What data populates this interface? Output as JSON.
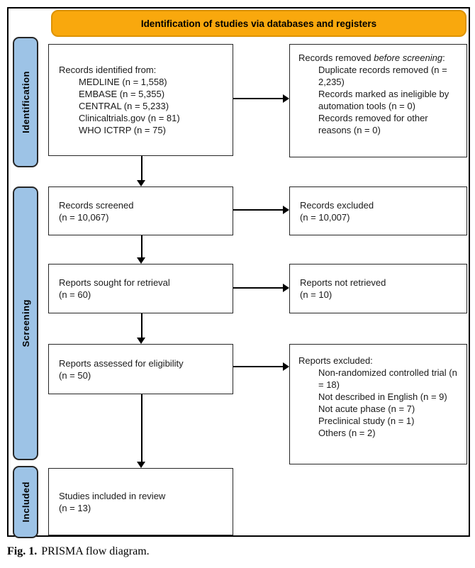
{
  "figure": {
    "banner": "Identification of studies via databases and registers",
    "caption_label": "Fig. 1.",
    "caption_text": "PRISMA flow diagram."
  },
  "sidebar": {
    "identification": "Identification",
    "screening": "Screening",
    "included": "Included"
  },
  "boxes": {
    "records_identified": {
      "title": "Records identified from:",
      "items": [
        "MEDLINE (n = 1,558)",
        "EMBASE (n = 5,355)",
        "CENTRAL (n = 5,233)",
        "Clinicaltrials.gov (n = 81)",
        "WHO ICTRP (n = 75)"
      ]
    },
    "records_removed": {
      "title_prefix": "Records removed ",
      "title_italic": "before screening",
      "title_suffix": ":",
      "items": [
        "Duplicate records removed (n = 2,235)",
        "Records marked as ineligible by automation tools (n = 0)",
        "Records removed for other reasons (n = 0)"
      ]
    },
    "records_screened": {
      "line1": "Records screened",
      "line2": "(n = 10,067)"
    },
    "records_excluded": {
      "line1": "Records excluded",
      "line2": "(n = 10,007)"
    },
    "reports_sought": {
      "line1": "Reports sought for retrieval",
      "line2": "(n = 60)"
    },
    "reports_not_retrieved": {
      "line1": "Reports not retrieved",
      "line2": "(n = 10)"
    },
    "reports_assessed": {
      "line1": "Reports assessed for eligibility",
      "line2": "(n = 50)"
    },
    "reports_excluded": {
      "title": "Reports excluded:",
      "items": [
        "Non-randomized controlled trial (n = 18)",
        "Not described in English (n = 9)",
        "Not acute phase (n = 7)",
        "Preclinical study (n = 1)",
        "Others (n = 2)"
      ]
    },
    "studies_included": {
      "line1": "Studies included in review",
      "line2": "(n = 13)"
    }
  },
  "colors": {
    "banner_fill": "#F9A80D",
    "banner_border": "#DD9305",
    "sidebar_fill": "#9DC3E6",
    "box_border": "#262626"
  }
}
